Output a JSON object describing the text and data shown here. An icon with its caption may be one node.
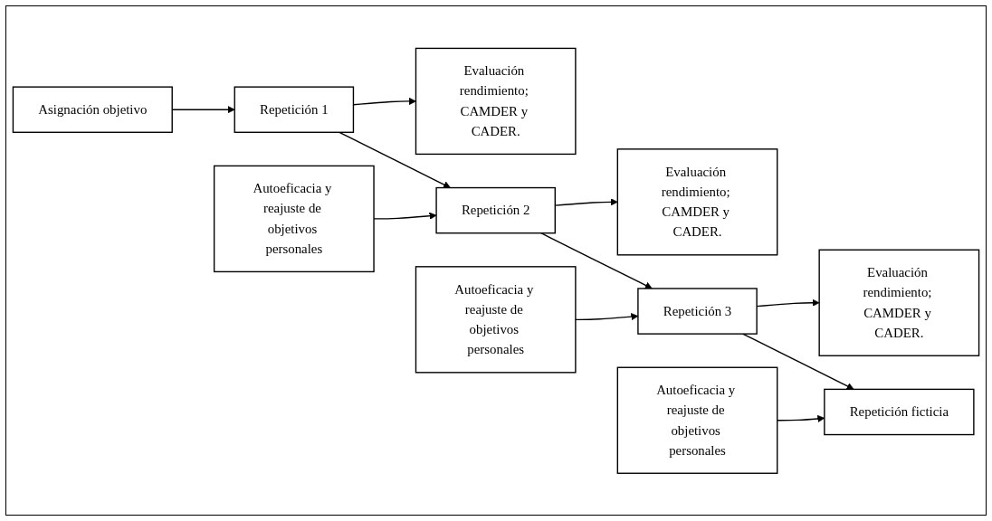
{
  "diagram": {
    "nodes": [
      {
        "text": [
          "Asignación objetivo"
        ]
      },
      {
        "text": [
          "Repetición 1"
        ]
      },
      {
        "text": [
          "Evaluación rendimiento; CAMDER y CADER."
        ]
      },
      {
        "text": [
          "Autoeficacia y reajuste de objetivos personales"
        ]
      },
      {
        "text": [
          "Repetición 2"
        ]
      },
      {
        "text": [
          "Evaluación rendimiento; CAMDER y CADER."
        ]
      },
      {
        "text": [
          "Autoeficacia y reajuste de objetivos personales"
        ]
      },
      {
        "text": [
          "Repetición 3"
        ]
      },
      {
        "text": [
          "Evaluación rendimiento; CAMDER y CADER."
        ]
      },
      {
        "text": [
          "Autoeficacia y reajuste de objetivos personales"
        ]
      },
      {
        "text": [
          "Repetición ficticia"
        ]
      }
    ],
    "edges": [
      {
        "from": 0,
        "to": 1,
        "arrow": "to"
      },
      {
        "from": 1,
        "to": 2,
        "arrow": "to"
      },
      {
        "from": 1,
        "to": 4,
        "arrow": "to"
      },
      {
        "from": 3,
        "to": 4,
        "arrow": "to"
      },
      {
        "from": 4,
        "to": 5,
        "arrow": "to"
      },
      {
        "from": 4,
        "to": 7,
        "arrow": "to"
      },
      {
        "from": 6,
        "to": 7,
        "arrow": "to"
      },
      {
        "from": 7,
        "to": 8,
        "arrow": "to"
      },
      {
        "from": 7,
        "to": 10,
        "arrow": "to"
      },
      {
        "from": 9,
        "to": 10,
        "arrow": "to"
      }
    ]
  }
}
